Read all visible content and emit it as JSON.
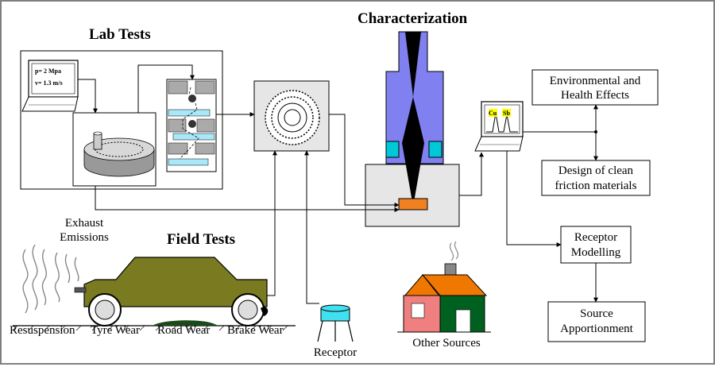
{
  "headings": {
    "lab_tests": "Lab Tests",
    "characterization": "Characterization",
    "field_tests": "Field Tests"
  },
  "laptop": {
    "pressure": "p= 2 Mpa",
    "velocity": "v= 1.3 m/s"
  },
  "spectrum": {
    "peak1": "Cu",
    "peak2": "Sb"
  },
  "boxes": {
    "env_line1": "Environmental and",
    "env_line2": "Health Effects",
    "design_line1": "Design of clean",
    "design_line2": "friction materials",
    "receptor_line1": "Receptor",
    "receptor_line2": "Modelling",
    "source_line1": "Source",
    "source_line2": "Apportionment"
  },
  "field": {
    "exhaust_line1": "Exhaust",
    "exhaust_line2": "Emissions",
    "resuspension": "Resuspension",
    "tyre_wear": "Tyre Wear",
    "road_wear": "Road Wear",
    "brake_wear": "Brake Wear",
    "receptor": "Receptor",
    "other_sources": "Other Sources"
  },
  "colors": {
    "sem_column": "#8080f0",
    "sem_cyan": "#00c8d8",
    "sample_orange": "#f08020",
    "car": "#7a7a20",
    "house_pink": "#f08080",
    "house_green": "#006020",
    "roof_orange": "#f07800",
    "receptor_cyan": "#40e0f0",
    "panel_gray": "#e6e6e6"
  }
}
